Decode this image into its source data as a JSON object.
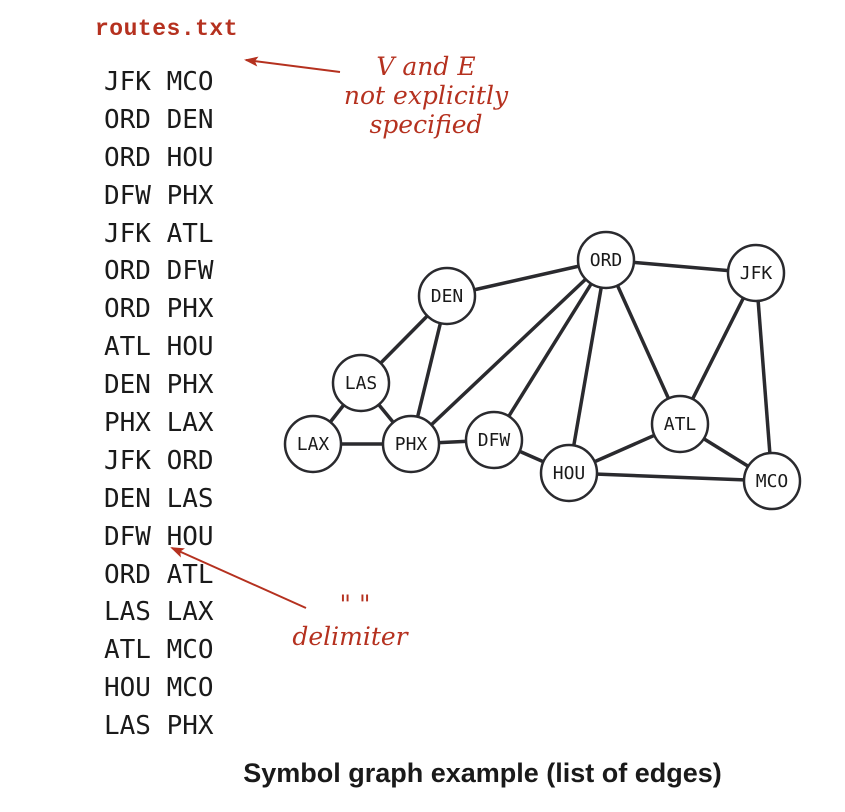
{
  "filename": "routes.txt",
  "routes": [
    "JFK MCO",
    "ORD DEN",
    "ORD HOU",
    "DFW PHX",
    "JFK ATL",
    "ORD DFW",
    "ORD PHX",
    "ATL HOU",
    "DEN PHX",
    "PHX LAX",
    "JFK ORD",
    "DEN LAS",
    "DFW HOU",
    "ORD ATL",
    "LAS LAX",
    "ATL MCO",
    "HOU MCO",
    "LAS PHX"
  ],
  "annotations": {
    "ve_line1": "V and E",
    "ve_line2": "not explicitly",
    "ve_line3": "specified",
    "delim_quotes": "\" \"",
    "delim_label": "delimiter"
  },
  "graph": {
    "nodes": [
      "ORD",
      "JFK",
      "DEN",
      "LAS",
      "LAX",
      "PHX",
      "DFW",
      "ATL",
      "HOU",
      "MCO"
    ],
    "edges": [
      [
        "JFK",
        "MCO"
      ],
      [
        "ORD",
        "DEN"
      ],
      [
        "ORD",
        "HOU"
      ],
      [
        "DFW",
        "PHX"
      ],
      [
        "JFK",
        "ATL"
      ],
      [
        "ORD",
        "DFW"
      ],
      [
        "ORD",
        "PHX"
      ],
      [
        "ATL",
        "HOU"
      ],
      [
        "DEN",
        "PHX"
      ],
      [
        "PHX",
        "LAX"
      ],
      [
        "JFK",
        "ORD"
      ],
      [
        "DEN",
        "LAS"
      ],
      [
        "DFW",
        "HOU"
      ],
      [
        "ORD",
        "ATL"
      ],
      [
        "LAS",
        "LAX"
      ],
      [
        "ATL",
        "MCO"
      ],
      [
        "HOU",
        "MCO"
      ],
      [
        "LAS",
        "PHX"
      ]
    ]
  },
  "caption": "Symbol graph example (list of edges)",
  "colors": {
    "accent": "#b5311f",
    "ink": "#1a1a1a",
    "edge": "#2a2a2e"
  }
}
